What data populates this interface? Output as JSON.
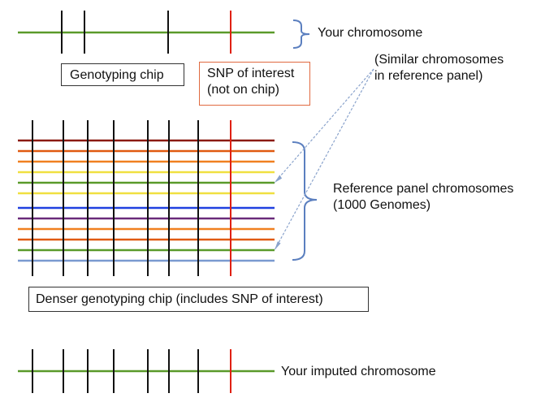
{
  "labels": {
    "your_chromosome": "Your chromosome",
    "genotyping_chip": "Genotyping chip",
    "snp_of_interest_line1": "SNP of interest",
    "snp_of_interest_line2": "(not on chip)",
    "similar_line1": "(Similar chromosomes",
    "similar_line2": "in reference panel)",
    "reference_panel_line1": "Reference panel chromosomes",
    "reference_panel_line2": "(1000 Genomes)",
    "denser_chip": "Denser genotyping chip (includes SNP of interest)",
    "imputed_chromosome": "Your imputed chromosome"
  },
  "colors": {
    "chromosome": "#5a9a2a",
    "marker": "#111111",
    "snp": "#e02010",
    "brace": "#5b7fbf",
    "arrow": "#8aa3cc",
    "snp_box_border": "#e06a40",
    "chip_box_border": "#333333",
    "reference_lines": [
      "#8b1a10",
      "#e05a10",
      "#f08020",
      "#f0e040",
      "#5a9a2a",
      "#f0e040",
      "#2040e0",
      "#6a2a7a",
      "#f08020",
      "#e05a10",
      "#5a9a2a",
      "#7a9ad0"
    ]
  }
}
